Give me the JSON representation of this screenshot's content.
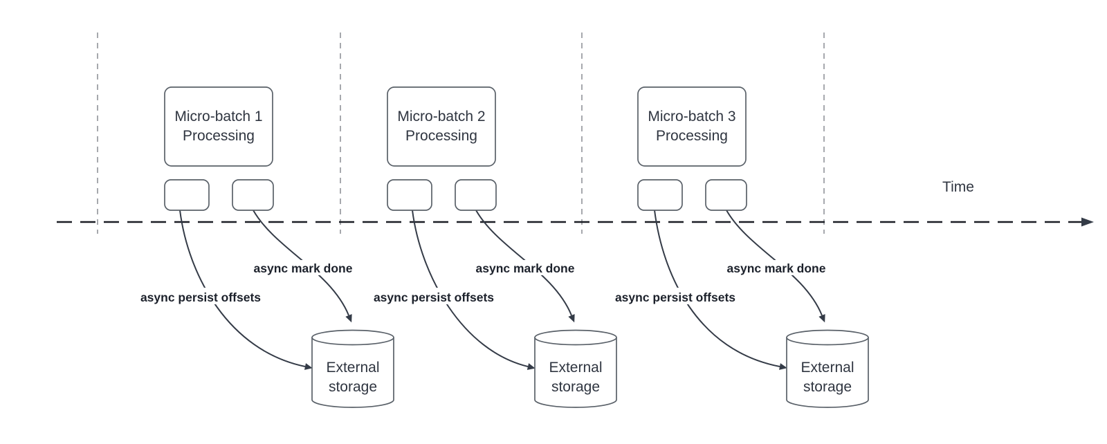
{
  "diagram": {
    "time_axis_label": "Time",
    "groups": [
      {
        "title_line1": "Micro-batch 1",
        "title_line2": "Processing",
        "offsets_arrow_label": "async persist offsets",
        "done_arrow_label": "async mark done",
        "storage_line1": "External",
        "storage_line2": "storage"
      },
      {
        "title_line1": "Micro-batch 2",
        "title_line2": "Processing",
        "offsets_arrow_label": "async persist offsets",
        "done_arrow_label": "async mark done",
        "storage_line1": "External",
        "storage_line2": "storage"
      },
      {
        "title_line1": "Micro-batch 3",
        "title_line2": "Processing",
        "offsets_arrow_label": "async persist offsets",
        "done_arrow_label": "async mark done",
        "storage_line1": "External",
        "storage_line2": "storage"
      }
    ],
    "colors": {
      "background": "#ffffff",
      "arrow_dark": "#343b47",
      "timeline_dark": "#1a1d24",
      "shape_stroke": "#596068",
      "text_dark": "#2f3540",
      "label_dark": "#1c212b",
      "guide_gray": "#a6a8ad"
    }
  }
}
